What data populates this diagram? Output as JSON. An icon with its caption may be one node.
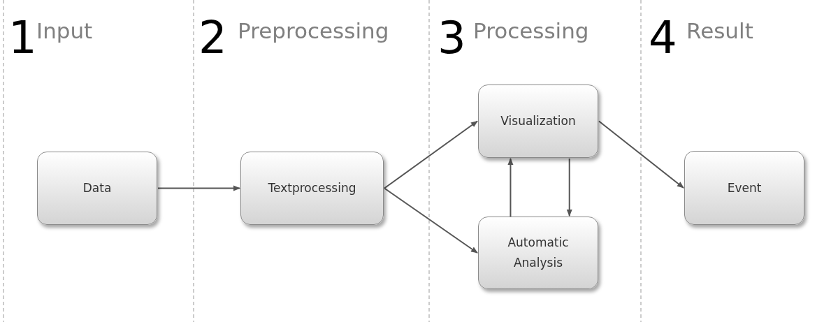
{
  "diagram": {
    "nodes": [
      {
        "text": [
          "Data"
        ]
      },
      {
        "text": [
          "Textprocessing"
        ]
      },
      {
        "text": [
          "Visualization"
        ]
      },
      {
        "text": [
          "Automatic Analysis"
        ]
      },
      {
        "text": [
          "Event"
        ]
      }
    ],
    "edges": [
      {
        "from": 0,
        "to": 1,
        "arrow": "to"
      },
      {
        "from": 1,
        "to": 2,
        "arrow": "to"
      },
      {
        "from": 1,
        "to": 3,
        "arrow": "to"
      },
      {
        "from": 3,
        "to": 2,
        "arrow": "to"
      },
      {
        "from": 2,
        "to": 3,
        "arrow": "to"
      },
      {
        "from": 2,
        "to": 4,
        "arrow": "to"
      }
    ],
    "labels": [
      "1",
      "Input",
      "2",
      "Preprocessing",
      "3",
      "Processing",
      "4",
      "Result"
    ]
  }
}
